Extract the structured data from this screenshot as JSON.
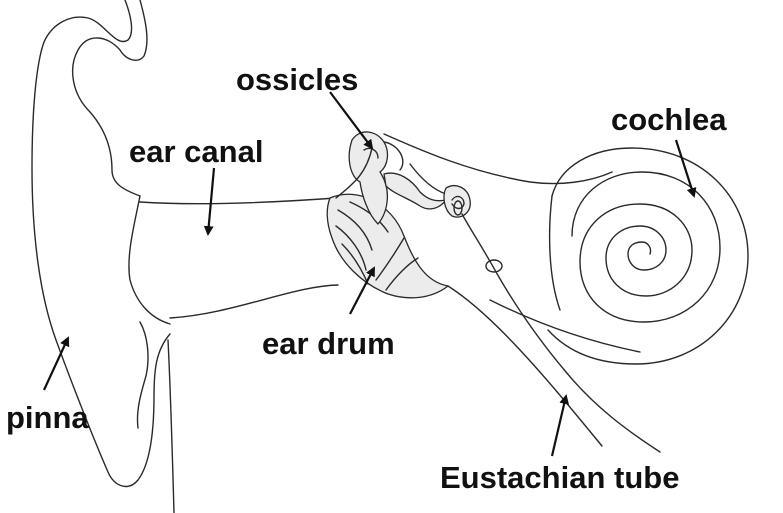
{
  "labels": {
    "ossicles": "ossicles",
    "ear_canal": "ear canal",
    "cochlea": "cochlea",
    "ear_drum": "ear drum",
    "pinna": "pinna",
    "eustachian_tube": "Eustachian tube"
  },
  "colors": {
    "line": "#2a2a2a",
    "text": "#111111",
    "shade": "#ececec",
    "background": "#ffffff"
  }
}
